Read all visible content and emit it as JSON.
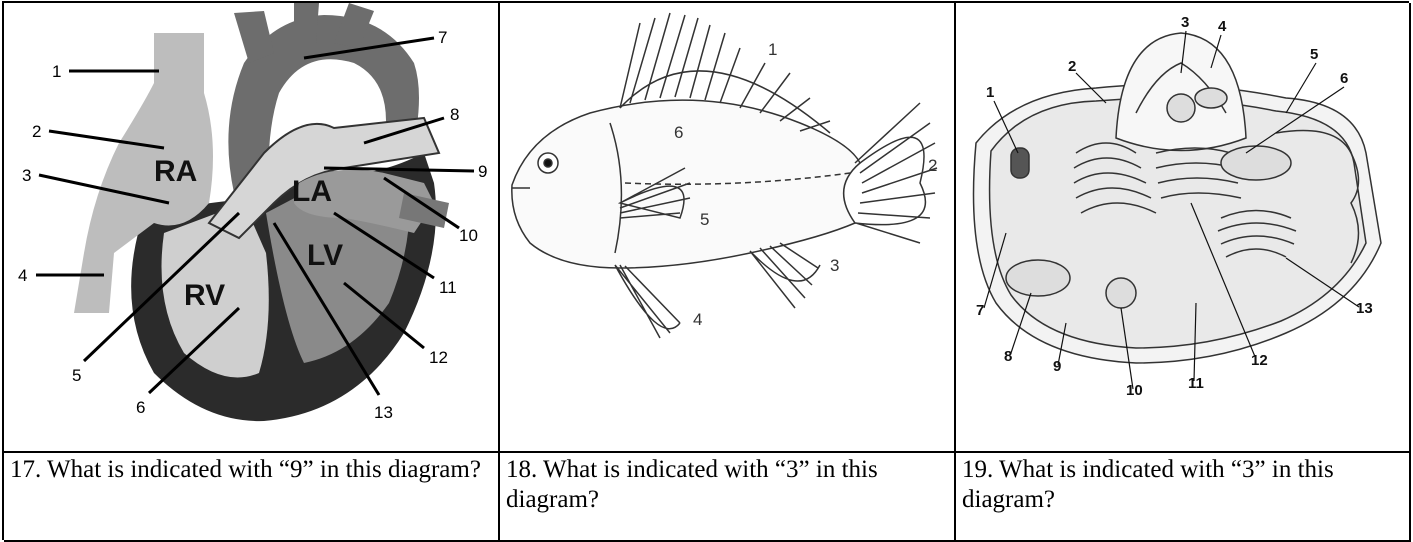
{
  "diagrams": {
    "heart": {
      "chamber_labels": [
        "RA",
        "LA",
        "LV",
        "RV"
      ],
      "numbers": [
        "1",
        "2",
        "3",
        "4",
        "5",
        "6",
        "7",
        "8",
        "9",
        "10",
        "11",
        "12",
        "13"
      ]
    },
    "fish": {
      "numbers": [
        "1",
        "2",
        "3",
        "4",
        "5",
        "6"
      ]
    },
    "cell": {
      "numbers": [
        "1",
        "2",
        "3",
        "4",
        "5",
        "6",
        "7",
        "8",
        "9",
        "10",
        "11",
        "12",
        "13"
      ]
    }
  },
  "questions": [
    {
      "text": "17. What is indicated with “9” in this diagram?"
    },
    {
      "text": "18. What is indicated with “3” in this diagram?"
    },
    {
      "text": "19. What is indicated with “3” in this diagram?"
    }
  ]
}
